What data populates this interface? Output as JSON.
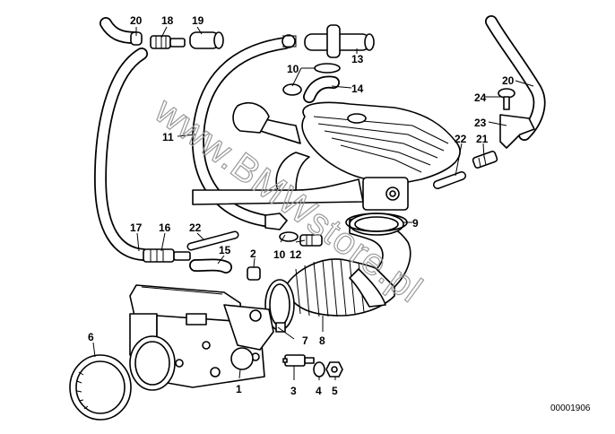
{
  "diagram": {
    "callouts": [
      "20",
      "18",
      "19",
      "13",
      "10",
      "14",
      "20",
      "24",
      "23",
      "11",
      "22",
      "21",
      "9",
      "17",
      "16",
      "22",
      "15",
      "2",
      "10",
      "12",
      "7",
      "8",
      "6",
      "1",
      "3",
      "4",
      "5"
    ],
    "watermark": "www.BMWstore.pl",
    "document_id": "00001906"
  }
}
